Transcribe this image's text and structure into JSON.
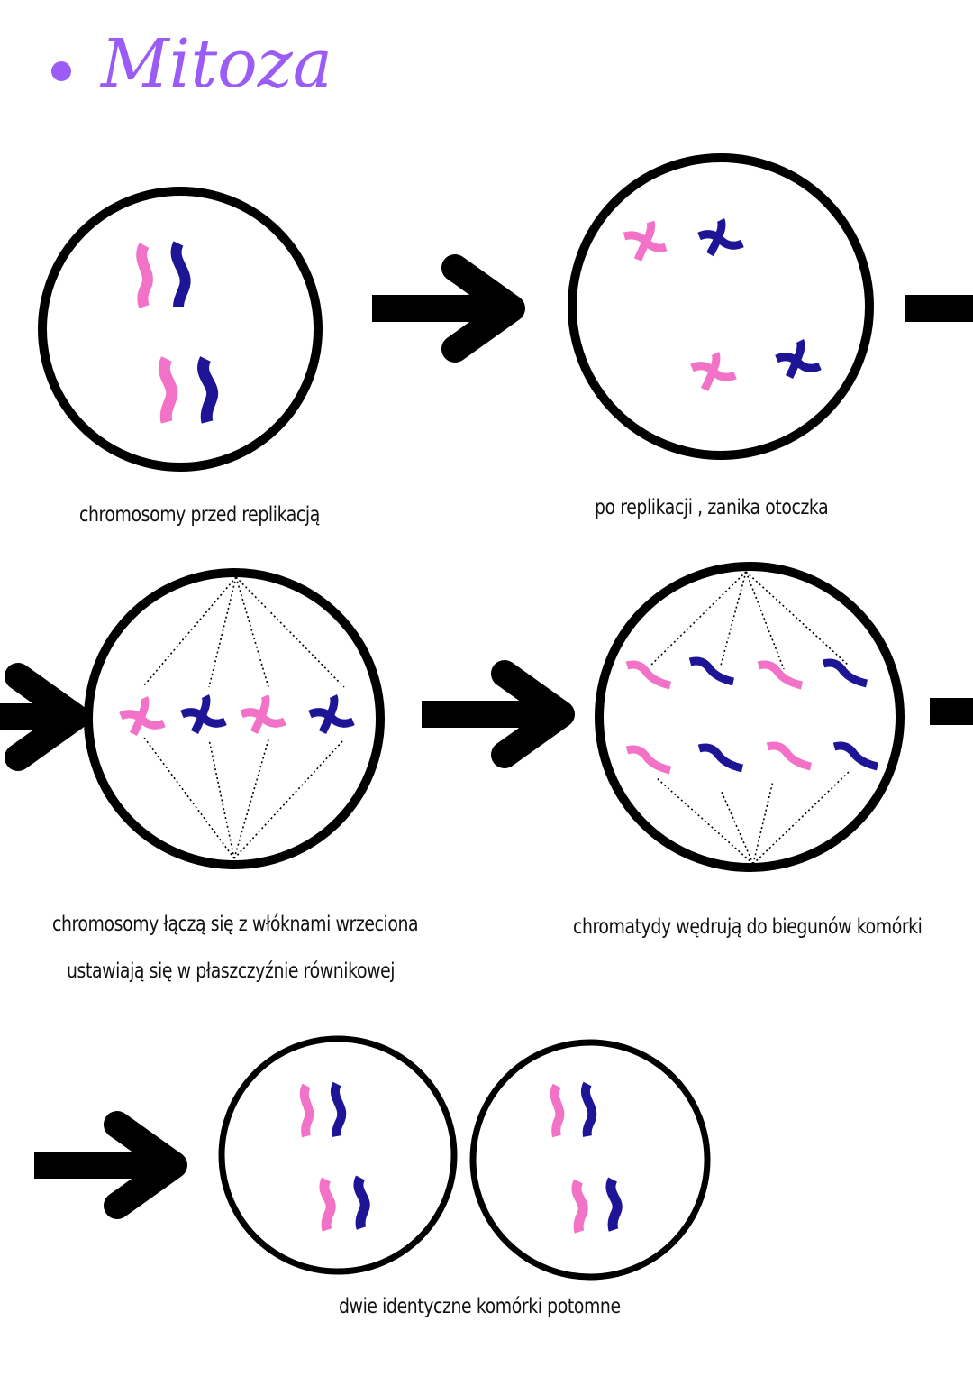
{
  "title": "Mitoza",
  "colors": {
    "title": "#9a5cf5",
    "chromosome_pink": "#f272c7",
    "chromosome_blue": "#1d1496",
    "outline": "#000000"
  },
  "captions": {
    "stage1": "chromosomy przed replikacją",
    "stage2": "po replikacji  , zanika otoczka",
    "stage3_line1": "chromosomy łączą się z włóknami wrzeciona",
    "stage3_line2": "ustawiają się w płaszczyźnie równikowej",
    "stage4": "chromatydy wędrują do biegunów komórki",
    "stage5": "dwie identyczne komórki potomne"
  }
}
